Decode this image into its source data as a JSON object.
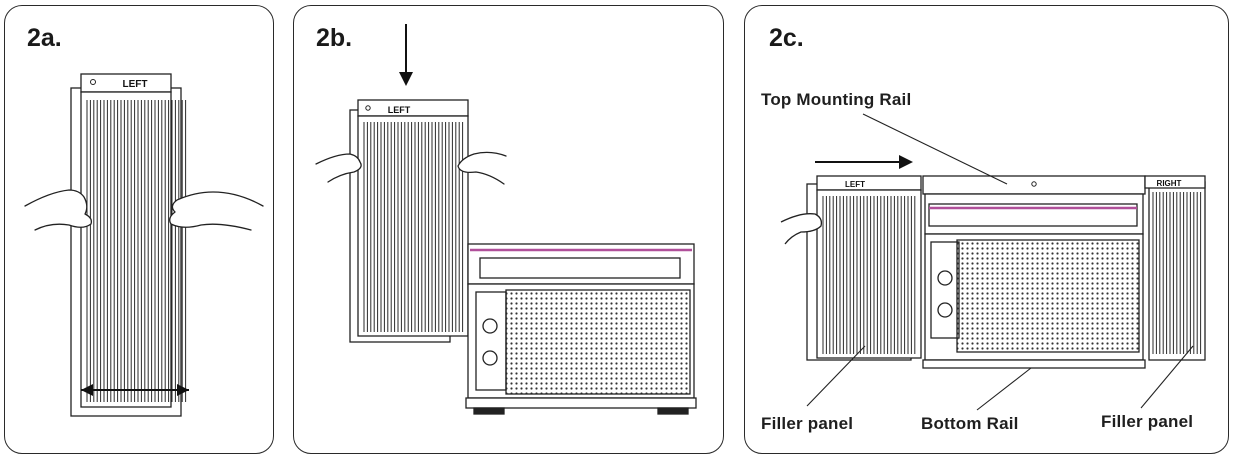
{
  "panels": [
    {
      "step": "2a.",
      "panel_tag": "LEFT"
    },
    {
      "step": "2b.",
      "panel_tag": "LEFT"
    },
    {
      "step": "2c.",
      "left_tag": "LEFT",
      "right_tag": "RIGHT"
    }
  ],
  "labels": {
    "top_mounting_rail": "Top Mounting Rail",
    "filler_panel_left": "Filler panel",
    "bottom_rail": "Bottom Rail",
    "filler_panel_right": "Filler panel"
  },
  "colors": {
    "line": "#1a1a1a",
    "accent": "#b0509a"
  }
}
